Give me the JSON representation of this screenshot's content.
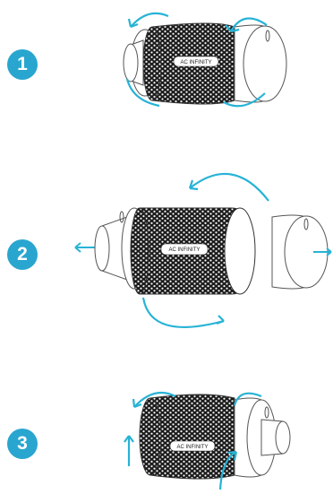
{
  "steps": [
    {
      "number": "1",
      "label_text": "AC INFINITY"
    },
    {
      "number": "2",
      "label_text": "AC INFINITY"
    },
    {
      "number": "3",
      "label_text": "AC INFINITY"
    }
  ],
  "colors": {
    "badge": "#29a6cf",
    "arrow": "#27b3d6",
    "outline": "#555555",
    "mesh": "#1b1b1b"
  },
  "icons": [
    "rotate-arrow-icon",
    "pull-arrow-icon"
  ]
}
